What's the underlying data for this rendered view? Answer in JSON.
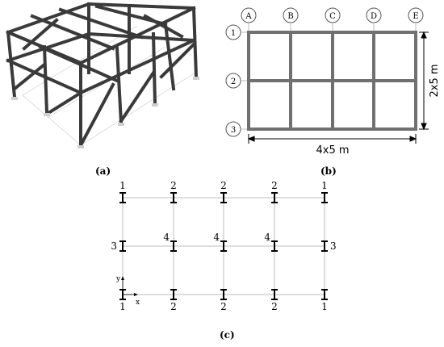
{
  "captions": {
    "a": "(a)",
    "b": "(b)",
    "c": "(c)"
  },
  "plan": {
    "column_grid_labels": [
      "A",
      "B",
      "C",
      "D",
      "E"
    ],
    "row_grid_labels": [
      "1",
      "2",
      "3"
    ],
    "horizontal_dimension": "4x5 m",
    "vertical_dimension": "2x5 m"
  },
  "column_layout": {
    "rows": [
      [
        "1",
        "2",
        "2",
        "2",
        "1"
      ],
      [
        "3",
        "4",
        "4",
        "4",
        "3"
      ],
      [
        "1",
        "2",
        "2",
        "2",
        "1"
      ]
    ],
    "axis_x": "x",
    "axis_y": "y"
  },
  "colors": {
    "frame": "#3a3a3a",
    "plan_beam": "#707070",
    "grid_line": "#bdbdbd"
  }
}
